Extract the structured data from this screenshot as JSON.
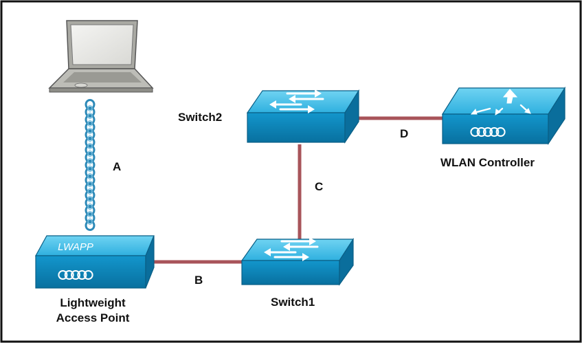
{
  "diagram": {
    "devices": {
      "laptop": {
        "icon": "laptop-icon"
      },
      "access_point": {
        "icon": "lightweight-access-point-icon",
        "badge": "LWAPP",
        "label_line1": "Lightweight",
        "label_line2": "Access Point"
      },
      "switch1": {
        "icon": "switch-icon",
        "label": "Switch1"
      },
      "switch2": {
        "icon": "switch-icon",
        "label": "Switch2"
      },
      "wlan_controller": {
        "icon": "wlan-controller-icon",
        "label": "WLAN Controller"
      }
    },
    "links": {
      "a": {
        "label": "A",
        "type": "wireless"
      },
      "b": {
        "label": "B",
        "type": "wired"
      },
      "c": {
        "label": "C",
        "type": "wired"
      },
      "d": {
        "label": "D",
        "type": "wired"
      }
    },
    "colors": {
      "device_top": "#4fc3e8",
      "device_front": "#0b86bd",
      "device_side": "#0a6e9c",
      "link": "#a8545a",
      "wireless": "#2e8ab8"
    }
  }
}
